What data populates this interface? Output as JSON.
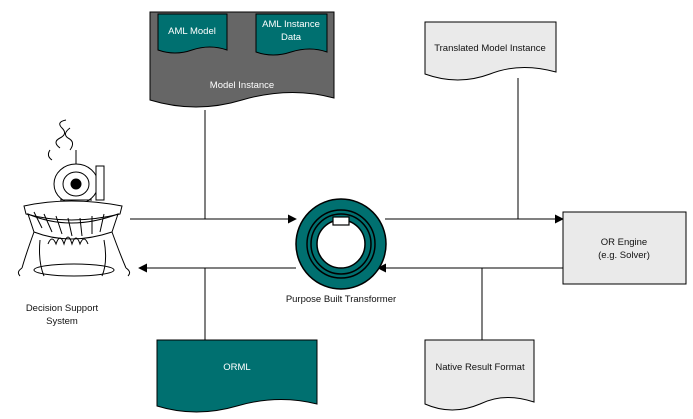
{
  "nodes": {
    "model_instance": {
      "label": "Model Instance"
    },
    "aml_model": {
      "label": "AML Model"
    },
    "aml_instance_data": {
      "line1": "AML Instance",
      "line2": "Data"
    },
    "translated_model_instance": {
      "label": "Translated Model Instance"
    },
    "decision_support_system": {
      "line1": "Decision Support",
      "line2": "System"
    },
    "transformer": {
      "label": "Purpose Built Transformer"
    },
    "or_engine": {
      "line1": "OR Engine",
      "line2": "(e.g. Solver)"
    },
    "orml": {
      "label": "ORML"
    },
    "native_result_format": {
      "label": "Native Result Format"
    }
  },
  "colors": {
    "teal": "#007070",
    "dark_gray": "#666666",
    "light_gray": "#eaeaea",
    "line": "#000000"
  }
}
